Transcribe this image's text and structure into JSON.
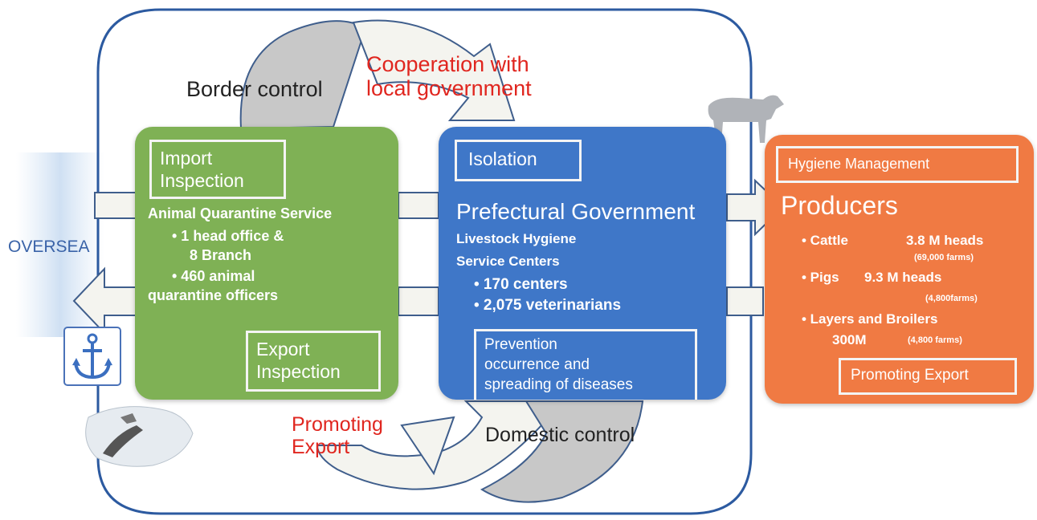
{
  "labels": {
    "border_control": "Border control",
    "cooperation_line1": "Cooperation with",
    "cooperation_line2": "local government",
    "oversea": "OVERSEA",
    "promoting_export_line1": "Promoting",
    "promoting_export_line2": "Export",
    "domestic_control": "Domestic control"
  },
  "green_panel": {
    "import_line1": "Import",
    "import_line2": "Inspection",
    "service_title": "Animal Quarantine Service",
    "bullet1_line1": "• 1 head office  &",
    "bullet1_line2": "8 Branch",
    "bullet2_line1": "• 460 animal",
    "bullet2_line2": "quarantine officers",
    "export_line1": "Export",
    "export_line2": "Inspection"
  },
  "blue_panel": {
    "isolation": "Isolation",
    "prefectural": "Prefectural Government",
    "livestock_line1": "Livestock Hygiene",
    "livestock_line2": "Service Centers",
    "bullet1": "• 170 centers",
    "bullet2": "• 2,075 veterinarians",
    "prevention_line1": "Prevention",
    "prevention_line2": "occurrence and",
    "prevention_line3": "spreading of diseases"
  },
  "orange_panel": {
    "hygiene": "Hygiene Management",
    "producers": "Producers",
    "cattle_label": "• Cattle",
    "cattle_value": "3.8 M heads",
    "cattle_farms": "(69,000 farms)",
    "pigs_label": "• Pigs",
    "pigs_value": "9.3 M heads",
    "pigs_farms": "(4,800farms)",
    "layers_label": "• Layers and Broilers",
    "layers_value": "300M",
    "layers_farms": "(4,800 farms)",
    "promoting": "Promoting Export"
  },
  "colors": {
    "green": "#7fb155",
    "blue": "#3f77c8",
    "orange": "#f07a43",
    "frame": "#2c5aa0",
    "red_text": "#e0261f"
  },
  "icons": [
    "anchor-icon",
    "cow-icon",
    "japan-map-icon"
  ]
}
